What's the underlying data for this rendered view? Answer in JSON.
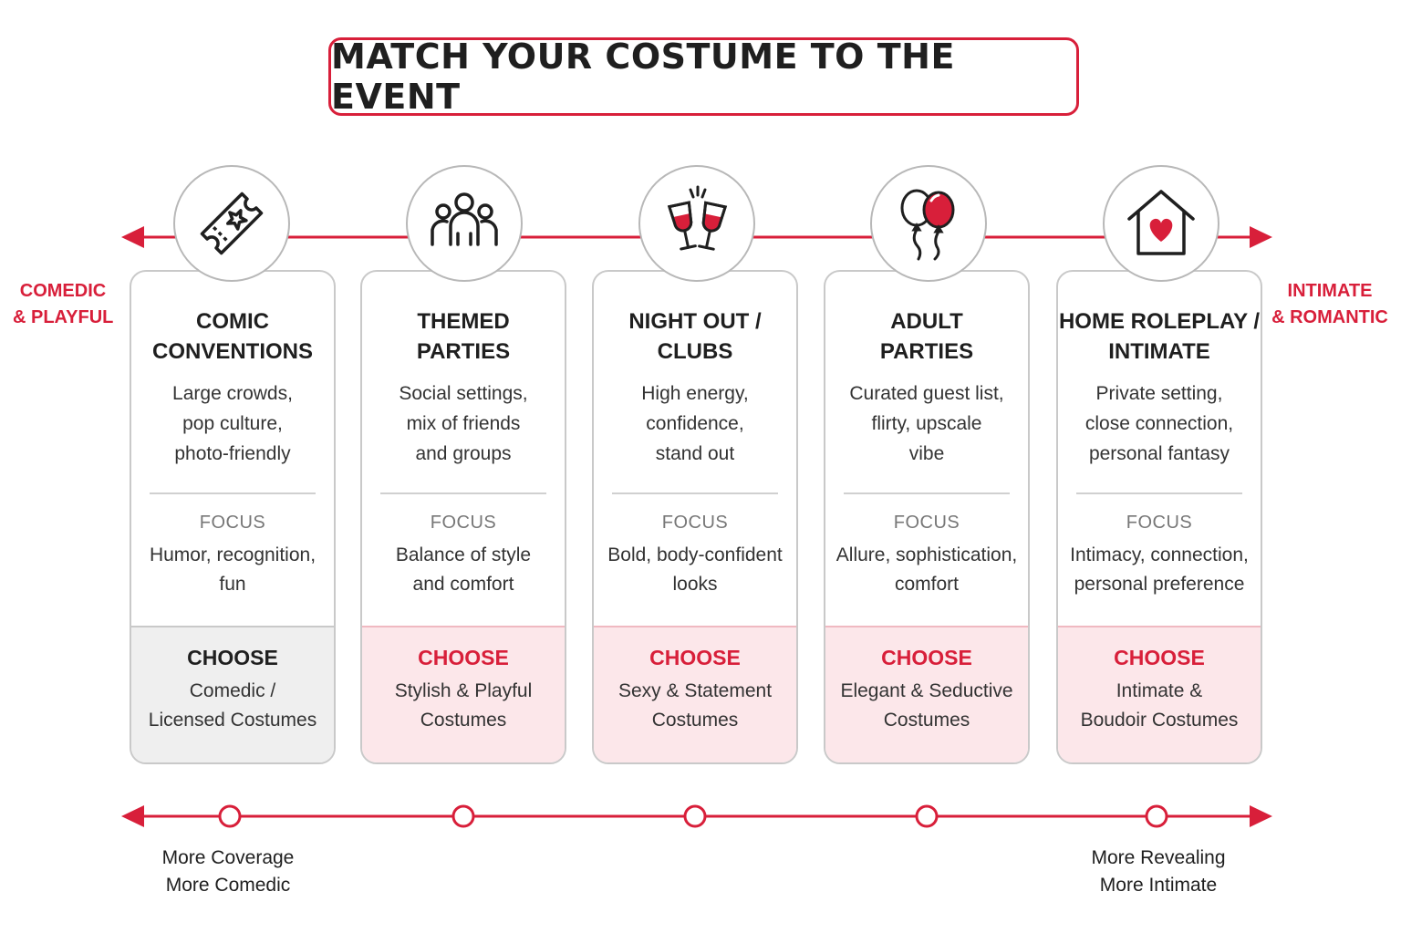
{
  "title": "MATCH YOUR COSTUME TO THE EVENT",
  "axis": {
    "left_label": [
      "COMEDIC",
      "& PLAYFUL"
    ],
    "right_label": [
      "INTIMATE",
      "& ROMANTIC"
    ]
  },
  "cards": [
    {
      "title": [
        "COMIC",
        "CONVENTIONS"
      ],
      "desc": [
        "Large crowds,",
        "pop culture,",
        "photo-friendly"
      ],
      "focus_label": "FOCUS",
      "focus": [
        "Humor, recognition,",
        "fun"
      ],
      "choose_label": "CHOOSE",
      "choose": [
        "Comedic /",
        "Licensed Costumes"
      ],
      "icon": "ticket-icon"
    },
    {
      "title": [
        "THEMED",
        "PARTIES"
      ],
      "desc": [
        "Social settings,",
        "mix of friends",
        "and groups"
      ],
      "focus_label": "FOCUS",
      "focus": [
        "Balance of style",
        "and comfort"
      ],
      "choose_label": "CHOOSE",
      "choose": [
        "Stylish & Playful",
        "Costumes"
      ],
      "icon": "group-icon"
    },
    {
      "title": [
        "NIGHT OUT /",
        "CLUBS"
      ],
      "desc": [
        "High energy,",
        "confidence,",
        "stand out"
      ],
      "focus_label": "FOCUS",
      "focus": [
        "Bold, body-confident",
        "looks"
      ],
      "choose_label": "CHOOSE",
      "choose": [
        "Sexy & Statement",
        "Costumes"
      ],
      "icon": "wine-glasses-icon"
    },
    {
      "title": [
        "ADULT",
        "PARTIES"
      ],
      "desc": [
        "Curated guest list,",
        "flirty, upscale",
        "vibe"
      ],
      "focus_label": "FOCUS",
      "focus": [
        "Allure, sophistication,",
        "comfort"
      ],
      "choose_label": "CHOOSE",
      "choose": [
        "Elegant & Seductive",
        "Costumes"
      ],
      "icon": "balloons-icon"
    },
    {
      "title": [
        "HOME ROLEPLAY /",
        "INTIMATE"
      ],
      "desc": [
        "Private setting,",
        "close connection,",
        "personal fantasy"
      ],
      "focus_label": "FOCUS",
      "focus": [
        "Intimacy, connection,",
        "personal preference"
      ],
      "choose_label": "CHOOSE",
      "choose": [
        "Intimate &",
        "Boudoir Costumes"
      ],
      "icon": "house-heart-icon"
    }
  ],
  "scale": {
    "left": [
      "More Coverage",
      "More Comedic"
    ],
    "right": [
      "More Revealing",
      "More Intimate"
    ]
  },
  "colors": {
    "accent": "#d81f3a",
    "choose_bg": "#fce7ea",
    "neutral_bg": "#efefef",
    "border": "#c9c9c9"
  }
}
